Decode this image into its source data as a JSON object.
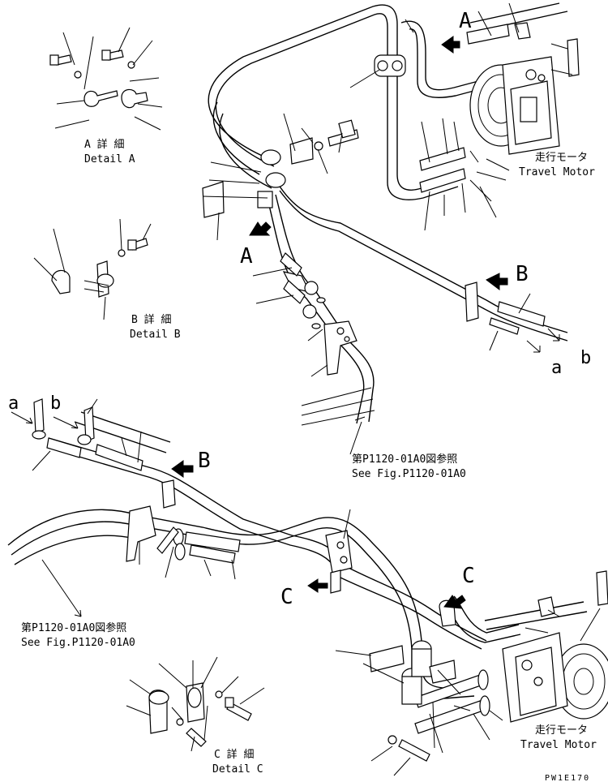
{
  "callouts": {
    "a_upper": "A",
    "a_lower": "A",
    "b_upper": "B",
    "b_lower": "B",
    "c_left": "C",
    "c_right": "C",
    "a_small_top": "a",
    "b_small_top": "b",
    "a_small_bottom": "a",
    "b_small_bottom": "b"
  },
  "details": {
    "a_jp": "A 詳 細",
    "a_en": "Detail A",
    "b_jp": "B 詳 細",
    "b_en": "Detail B",
    "c_jp": "C 詳 細",
    "c_en": "Detail C"
  },
  "labels": {
    "travel_motor_top_jp": "走行モータ",
    "travel_motor_top_en": "Travel Motor",
    "travel_motor_bottom_jp": "走行モータ",
    "travel_motor_bottom_en": "Travel Motor",
    "ref_mid_jp": "第P1120-01A0図参照",
    "ref_mid_en": "See Fig.P1120-01A0",
    "ref_left_jp": "第P1120-01A0図参照",
    "ref_left_en": "See Fig.P1120-01A0"
  },
  "drawing_code": "PW1E170"
}
